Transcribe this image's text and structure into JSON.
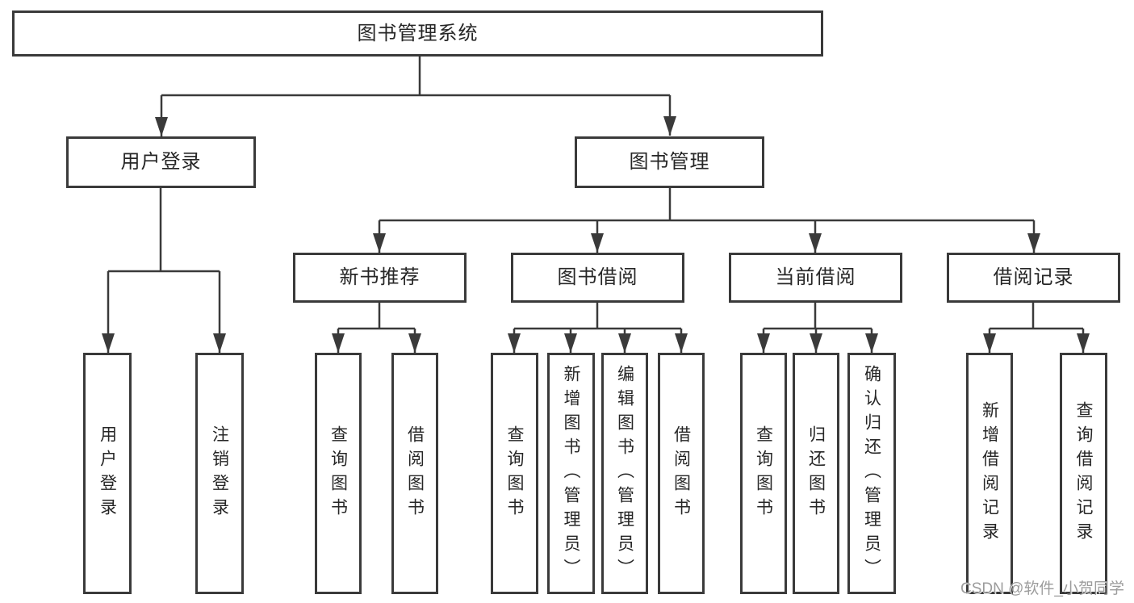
{
  "diagram": {
    "root": {
      "label": "图书管理系统"
    },
    "branches": [
      {
        "label": "用户登录",
        "children": [
          {
            "label": "用户登录"
          },
          {
            "label": "注销登录"
          }
        ]
      },
      {
        "label": "图书管理",
        "children": [
          {
            "label": "新书推荐",
            "children": [
              {
                "label": "查询图书"
              },
              {
                "label": "借阅图书"
              }
            ]
          },
          {
            "label": "图书借阅",
            "children": [
              {
                "label": "查询图书"
              },
              {
                "label": "新增图书（管理员）"
              },
              {
                "label": "编辑图书（管理员）"
              },
              {
                "label": "借阅图书"
              }
            ]
          },
          {
            "label": "当前借阅",
            "children": [
              {
                "label": "查询图书"
              },
              {
                "label": "归还图书"
              },
              {
                "label": "确认归还（管理员）"
              }
            ]
          },
          {
            "label": "借阅记录",
            "children": [
              {
                "label": "新增借阅记录"
              },
              {
                "label": "查询借阅记录"
              }
            ]
          }
        ]
      }
    ]
  },
  "watermark": {
    "text": "CSDN @软件_小贺同学"
  },
  "colors": {
    "line": "#3a3a3a",
    "text": "#262626",
    "watermark": "#9c9c9c",
    "background": "#ffffff"
  }
}
